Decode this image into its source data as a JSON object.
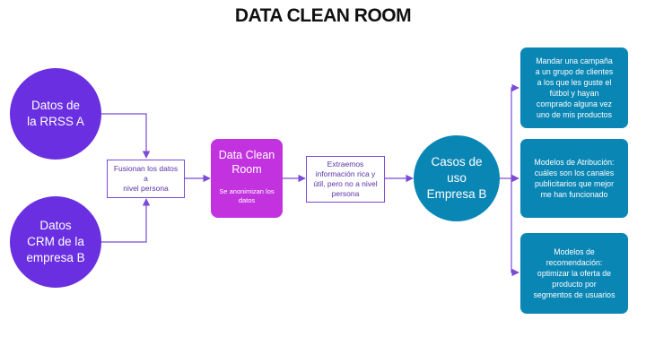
{
  "title": "DATA CLEAN ROOM",
  "colors": {
    "purple": "#6a2fe0",
    "magenta": "#c233df",
    "teal": "#0a86b5",
    "connector": "#7b4ad6"
  },
  "sources": {
    "rrss": "Datos de\nla RRSS A",
    "crm": "Datos\nCRM de la\nempresa B"
  },
  "merge_box": "Fusionan los datos a\nnivel persona",
  "clean_room": {
    "title": "Data Clean\nRoom",
    "subtitle": "Se anonimizan los\ndatos"
  },
  "extract_box": "Extraemos\ninformación rica y\nútil, pero no a nivel\npersona",
  "use_cases_hub": "Casos de\nuso\nEmpresa B",
  "use_cases": [
    "Mandar una campaña\na un grupo de clientes\na los que les guste el\nfútbol y hayan\ncomprado alguna vez\nuno de mis productos",
    "Modelos de Atribución:\ncuáles son los canales\npublicitarios que mejor\nme han funcionado",
    "Modelos de\nrecomendación:\noptimizar la oferta de\nproducto por\nsegmentos de usuarios"
  ]
}
